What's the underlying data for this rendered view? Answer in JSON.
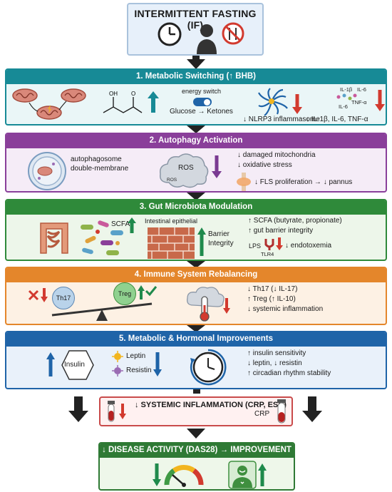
{
  "top": {
    "title": "INTERMITTENT FASTING (IF)"
  },
  "sections": [
    {
      "title": "1. Metabolic Switching (↑ BHB)",
      "color": "#178a96",
      "bg": "#eaf6f7",
      "energy_switch": "energy switch",
      "glucose_ketones": "Glucose → Ketones",
      "oh_label": "OH",
      "o_label": "O",
      "nlrp3": "↓ NLRP3 inflammasome",
      "cytokines": "↓ IL-1β, IL-6, TNF-α",
      "cyto_labels": [
        "IL-1β",
        "IL-6",
        "IL-6",
        "TNF-α"
      ]
    },
    {
      "title": "2. Autophagy Activation",
      "color": "#8a3f9a",
      "bg": "#f5ecf7",
      "autophagosome": "autophagosome",
      "double_membrane": "double-membrane",
      "ros": "ROS",
      "ros_small": "ROS",
      "points": [
        "↓ damaged mitochondria",
        "↓ oxidative stress",
        "↓ FLS proliferation → ↓ pannus"
      ]
    },
    {
      "title": "3. Gut Microbiota Modulation",
      "color": "#2f8a3a",
      "bg": "#edf6ea",
      "scfa": "SCFA",
      "intestinal": "Intestinal epithelial",
      "barrier": "Barrier",
      "integrity": "Integrity",
      "points": [
        "↑ SCFA (butyrate, propionate)",
        "↑ gut barrier integrity"
      ],
      "lps": "LPS",
      "tlr4": "TLR4",
      "endotoxemia": "↓ endotoxemia"
    },
    {
      "title": "4. Immune System Rebalancing",
      "color": "#e4862b",
      "bg": "#fdf1e4",
      "th17": "Th17",
      "treg": "Treg",
      "points": [
        "↓ Th17 (↓ IL-17)",
        "↑ Treg (↑ IL-10)",
        "↓ systemic inflammation"
      ]
    },
    {
      "title": "5. Metabolic & Hormonal Improvements",
      "color": "#1f64a8",
      "bg": "#e9f1fa",
      "insulin": "Insulin",
      "leptin": "Leptin",
      "resistin": "Resistin",
      "points": [
        "↑ insulin sensitivity",
        "↓ leptin, ↓ resistin",
        "↑ circadian rhythm stability"
      ]
    }
  ],
  "systemic": {
    "title": "↓ SYSTEMIC INFLAMMATION (CRP, ESR)",
    "crp": "CRP"
  },
  "das": {
    "title": "↓ DISEASE ACTIVITY (DAS28) → IMPROVEMENT"
  },
  "colors": {
    "up_green": "#1f8a4c",
    "down_red": "#d23a2f",
    "down_purple": "#7a3a92",
    "up_teal": "#178a96",
    "dark_arrow": "#222222"
  }
}
